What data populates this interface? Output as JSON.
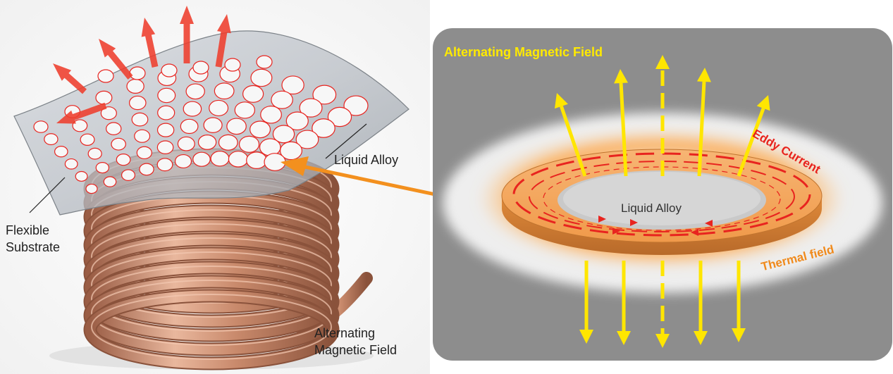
{
  "left": {
    "liquid_alloy_label": "Liquid Alloy",
    "flexible_substrate_line1": "Flexible",
    "flexible_substrate_line2": "Substrate",
    "field_line1": "Alternating",
    "field_line2": "Magnetic Field"
  },
  "right": {
    "title": "Alternating Magnetic Field",
    "center_label": "Liquid Alloy",
    "eddy_label": "Eddy Current",
    "thermal_label": "Thermal field"
  },
  "colors": {
    "copper": "#c98a6c",
    "copper_highlight": "#f0c3aa",
    "film": "#c8ccd2",
    "alloy_rim": "#e8241f",
    "heat_arrow": "#ee3d2c",
    "panel_bg": "#8d8d8d",
    "field_arrow": "#ffe600",
    "connector_arrow": "#f3901e"
  }
}
